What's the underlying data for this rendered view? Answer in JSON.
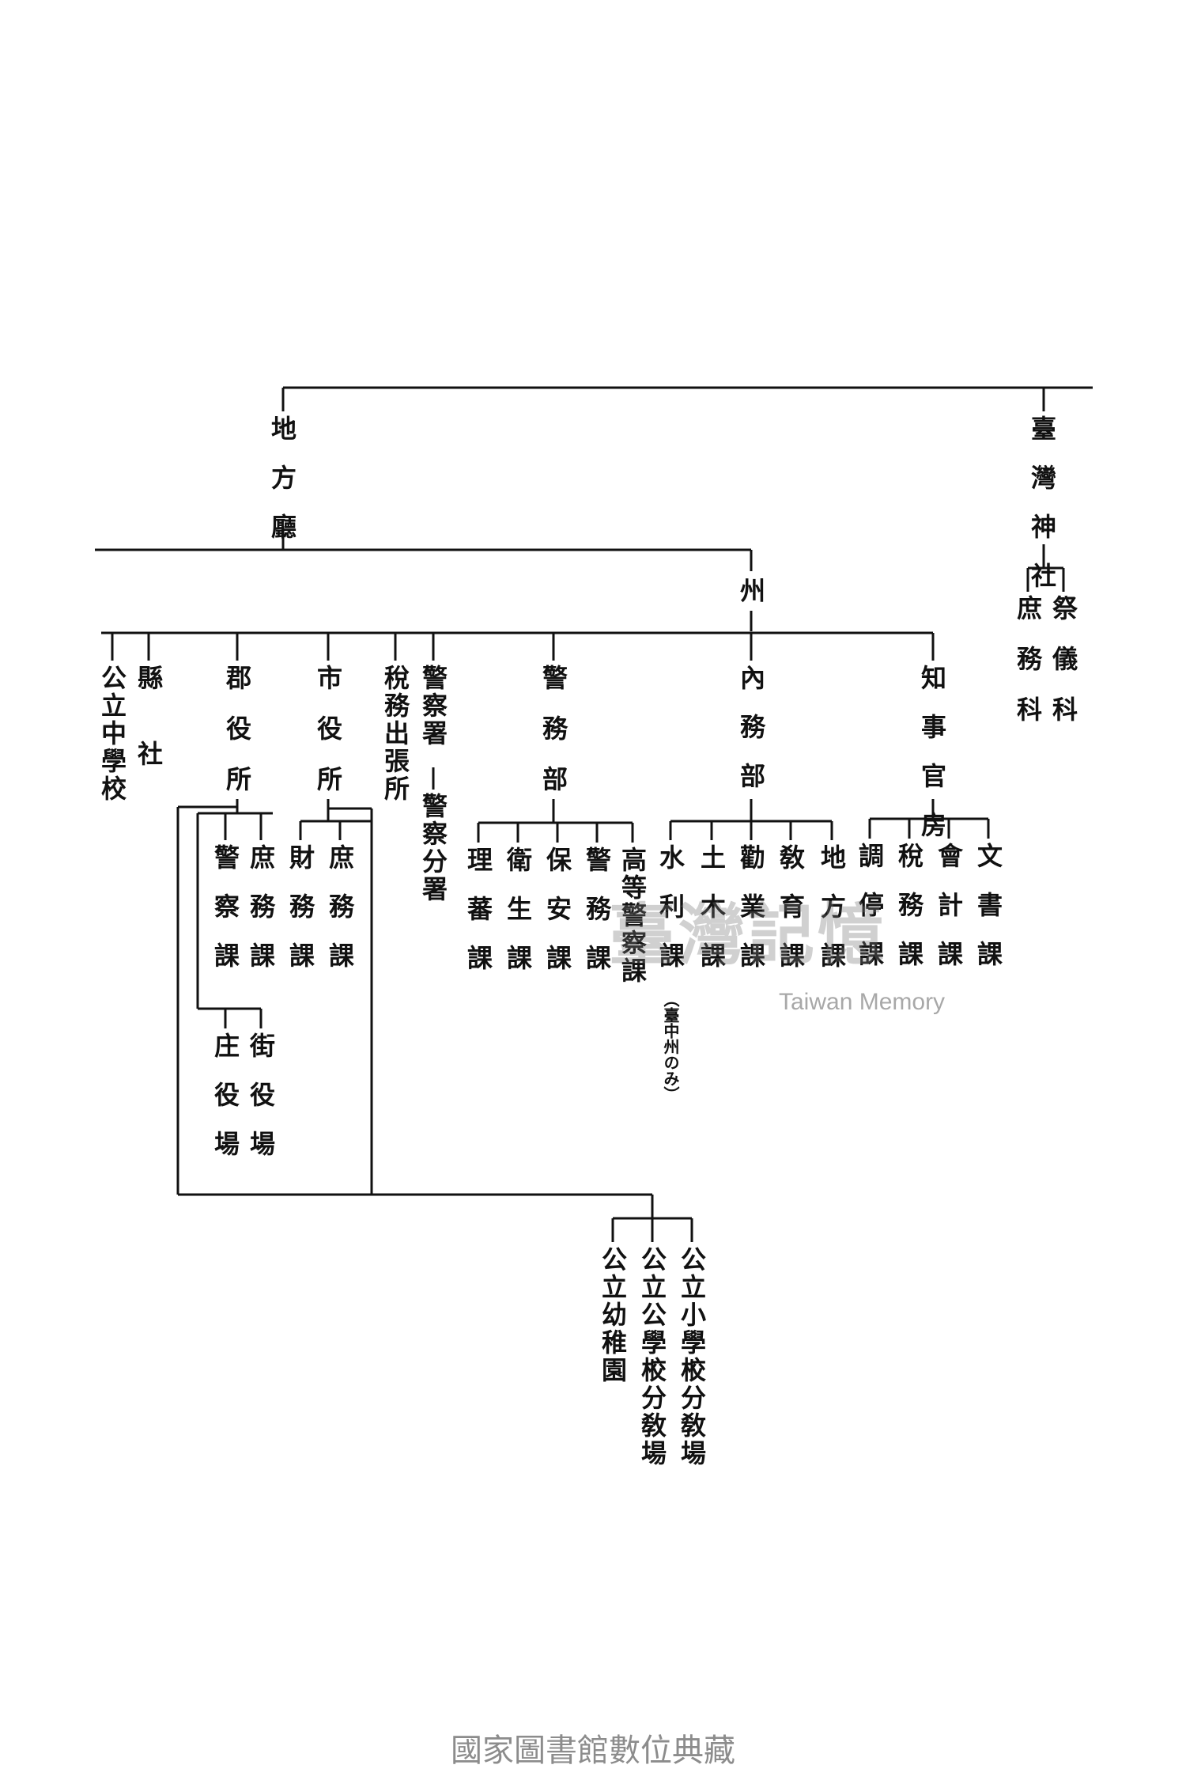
{
  "org_chart": {
    "nodes": {
      "taiwan_jinja": "臺灣神社",
      "saigi_ka": "祭儀科",
      "shomu_ka_jinja": "庶務科",
      "chihocho": "地方廳",
      "shu": "州",
      "chiji_kanbo": "知事官房",
      "naimu_bu": "內務部",
      "keimu_bu": "警務部",
      "keisatsusho": "警察署",
      "keisatsu_bunsho": "警察分署",
      "zeimu_shucchojo": "稅務出張所",
      "shiyakusho": "市役所",
      "gunyakusho": "郡役所",
      "kensha": "縣社",
      "koritsu_chugakko": "公立中學校",
      "bunsho_ka": "文書課",
      "kaikei_ka": "會計課",
      "zeimu_ka": "稅務課",
      "chotei_ka": "調停課",
      "chiho_ka": "地方課",
      "kyoiku_ka": "敎育課",
      "kangyo_ka": "勸業課",
      "doboku_ka": "土木課",
      "suiri_ka": "水利課",
      "suiri_note": "（臺中州のみ）",
      "koto_keisatsu_ka": "高等警察課",
      "keimu_ka": "警務課",
      "hoan_ka": "保安課",
      "eisei_ka": "衛生課",
      "richiku_ka": "理蕃課",
      "shi_shomu_ka": "庶務課",
      "shi_zaimu_ka": "財務課",
      "gun_shomu_ka": "庶務課",
      "gun_keisatsu_ka": "警察課",
      "gaiyakuba": "街役場",
      "shoyakuba": "庄役場",
      "koritsu_shogakko": "公立小學校",
      "koritsu_kogakko": "公立公學校",
      "koritsu_yochien": "公立幼稚園",
      "bunkyojo_1": "分敎場",
      "bunkyojo_2": "分敎場"
    }
  },
  "watermark": {
    "text": "臺灣記憶",
    "text_en": "Taiwan Memory"
  },
  "footer": {
    "text": "國家圖書館數位典藏"
  }
}
